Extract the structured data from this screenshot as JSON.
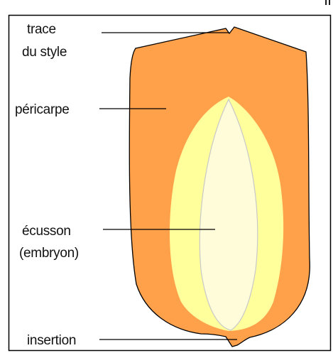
{
  "colors": {
    "pericarp": "#FFA04A",
    "endosperm": "#FFFF9C",
    "embryo": "#FFFDD9",
    "frame": "#000000",
    "background": "#FFFFFF",
    "outline": "#000000",
    "embryo_outline": "#C8C8C8"
  },
  "labels": {
    "trace_line1": "trace",
    "trace_line2": "du style",
    "pericarpe": "péricarpe",
    "ecusson_line1": "écusson",
    "ecusson_line2": "(embryon)",
    "insertion": "insertion"
  },
  "corner_mark": "||"
}
